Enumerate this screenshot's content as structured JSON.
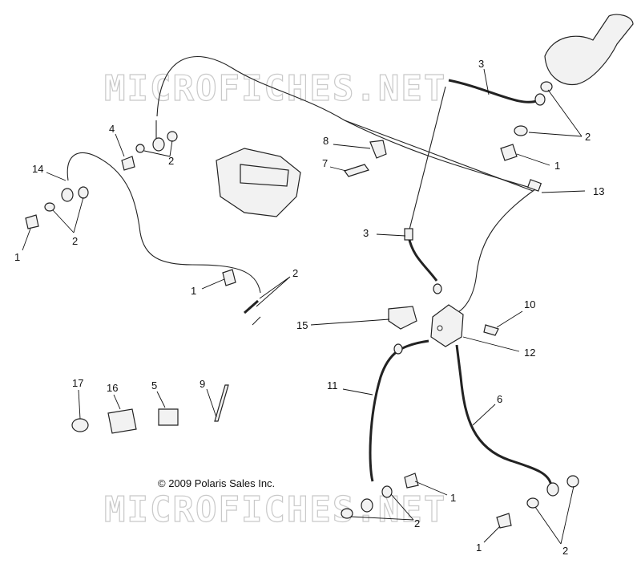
{
  "watermark": {
    "top": "MICROFICHES.NET",
    "bottom": "MICROFICHES.NET"
  },
  "copyright": "© 2009 Polaris Sales Inc.",
  "callouts": [
    {
      "id": "c3a",
      "text": "3"
    },
    {
      "id": "c2a",
      "text": "2"
    },
    {
      "id": "c1a",
      "text": "1"
    },
    {
      "id": "c13",
      "text": "13"
    },
    {
      "id": "c8",
      "text": "8"
    },
    {
      "id": "c7",
      "text": "7"
    },
    {
      "id": "c4",
      "text": "4"
    },
    {
      "id": "c2b",
      "text": "2"
    },
    {
      "id": "c14",
      "text": "14"
    },
    {
      "id": "c2c",
      "text": "2"
    },
    {
      "id": "c1b",
      "text": "1"
    },
    {
      "id": "c3b",
      "text": "3"
    },
    {
      "id": "c1c",
      "text": "1"
    },
    {
      "id": "c2d",
      "text": "2"
    },
    {
      "id": "c10",
      "text": "10"
    },
    {
      "id": "c15",
      "text": "15"
    },
    {
      "id": "c12",
      "text": "12"
    },
    {
      "id": "c11",
      "text": "11"
    },
    {
      "id": "c6",
      "text": "6"
    },
    {
      "id": "c17",
      "text": "17"
    },
    {
      "id": "c16",
      "text": "16"
    },
    {
      "id": "c5",
      "text": "5"
    },
    {
      "id": "c9",
      "text": "9"
    },
    {
      "id": "c1d",
      "text": "1"
    },
    {
      "id": "c2e",
      "text": "2"
    },
    {
      "id": "c1e",
      "text": "1"
    },
    {
      "id": "c2f",
      "text": "2"
    }
  ]
}
